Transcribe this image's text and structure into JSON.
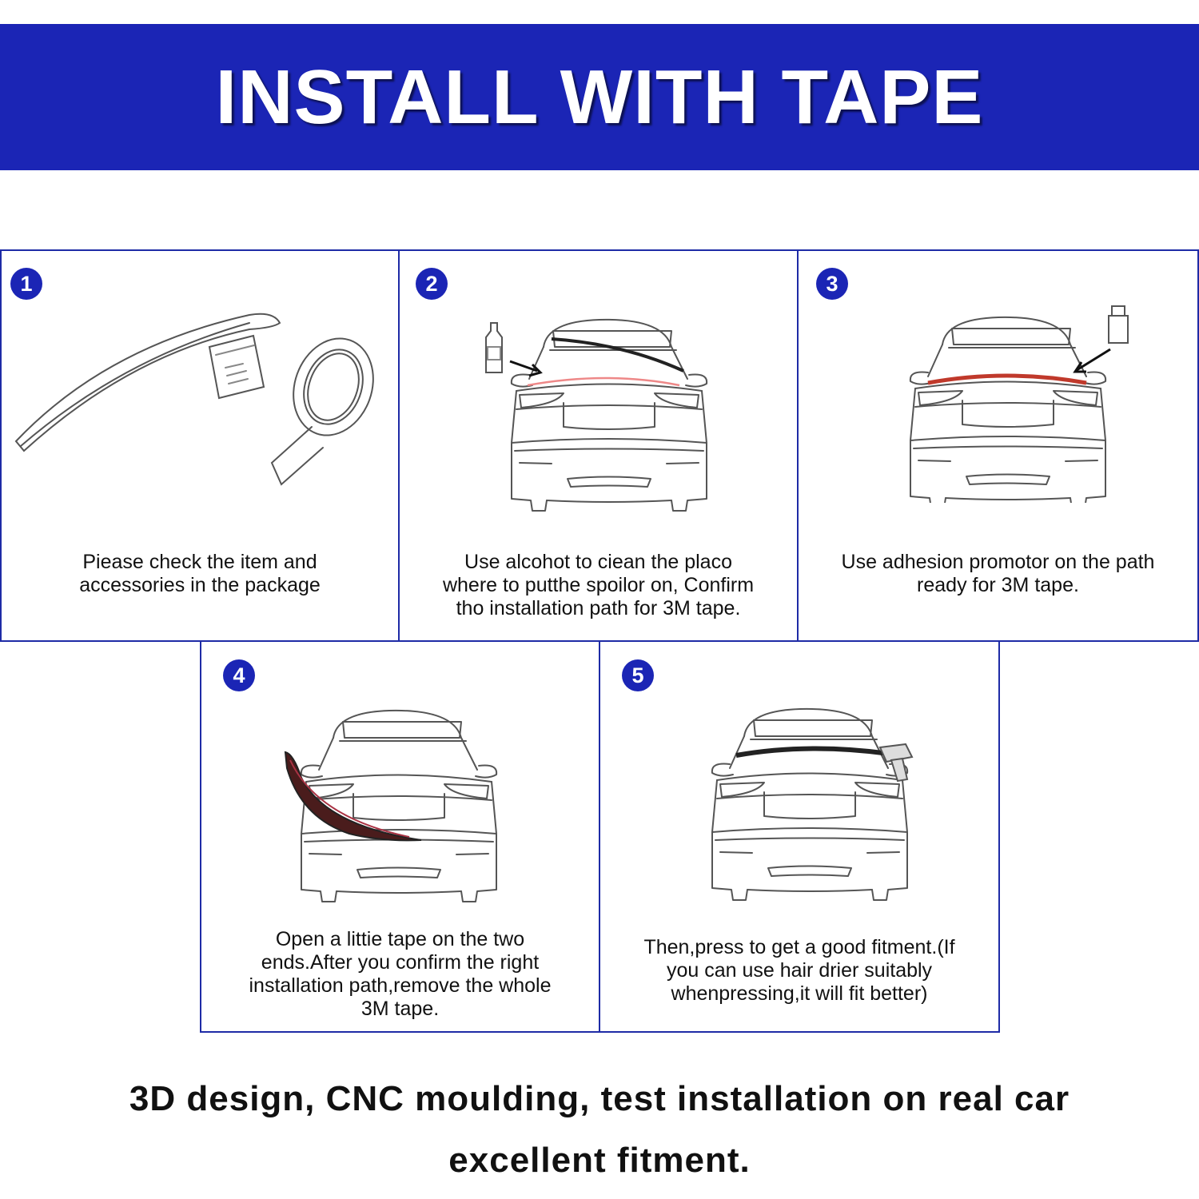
{
  "header": {
    "title": "INSTALL WITH TAPE"
  },
  "steps": [
    {
      "number": "1",
      "caption_lines": [
        "Piease check the item and",
        "accessories in the package"
      ]
    },
    {
      "number": "2",
      "caption_lines": [
        "Use alcohot to ciean the placo",
        "where to putthe spoilor on, Confirm",
        "tho installation path for 3M tape."
      ]
    },
    {
      "number": "3",
      "caption_lines": [
        "Use adhesion promotor on the path",
        "ready for 3M tape."
      ]
    },
    {
      "number": "4",
      "caption_lines": [
        "Open a littie tape on the two",
        "ends.After you confirm the right",
        "installation path,remove the whole",
        "3M tape."
      ]
    },
    {
      "number": "5",
      "caption_lines": [
        "Then,press to get a good fitment.(If",
        "you can use hair drier suitably",
        "whenpressing,it will fit better)"
      ]
    }
  ],
  "footer": {
    "line1": "3D design, CNC moulding, test installation on real car",
    "line2": "excellent fitment."
  },
  "colors": {
    "banner": "#1b25b5",
    "border": "#1e2ba6",
    "spoiler_red": "#c0392b",
    "spoiler_dark": "#3b1a1a"
  }
}
